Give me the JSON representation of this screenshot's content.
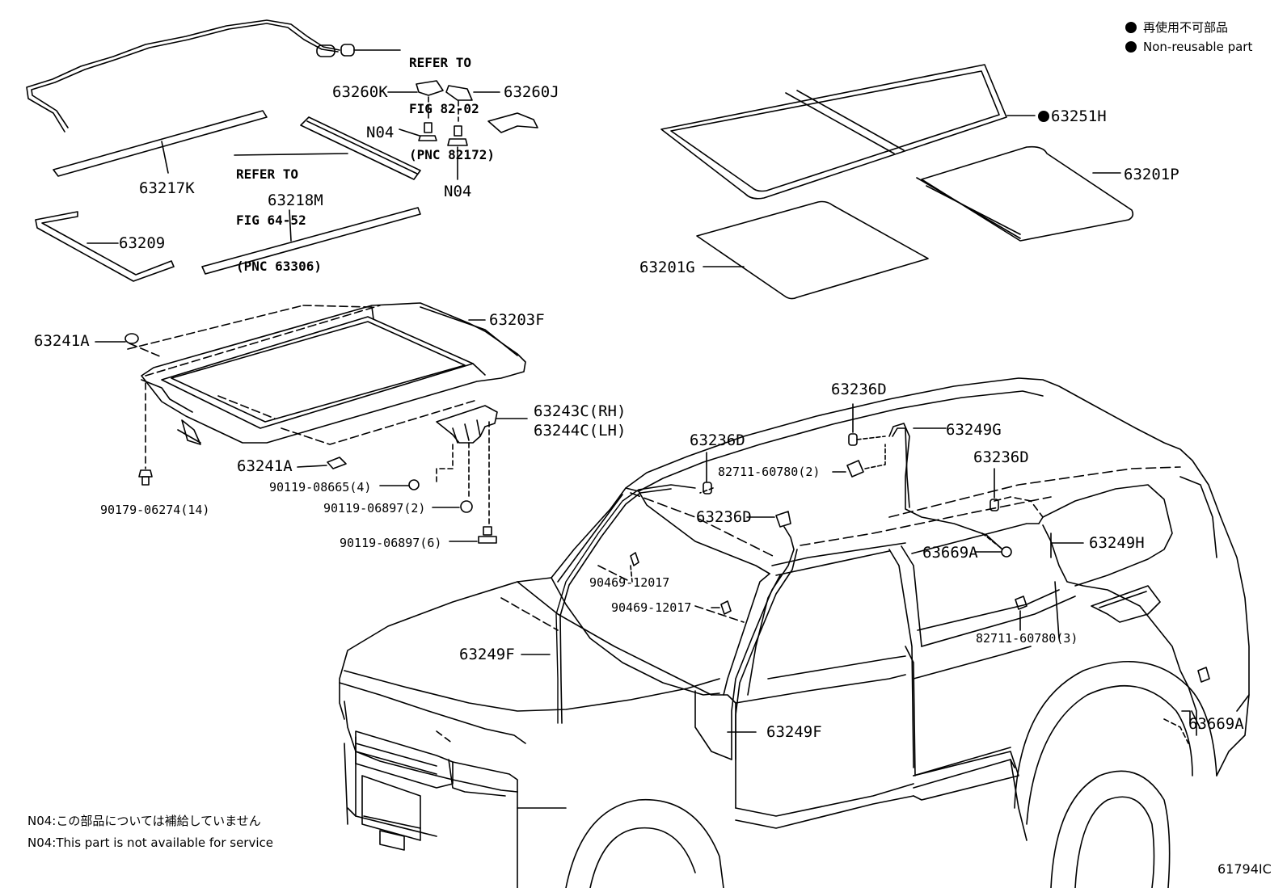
{
  "legend": {
    "items": [
      {
        "icon": "filled-dot-icon",
        "text": "再使用不可部品"
      },
      {
        "icon": "filled-dot-icon",
        "text": "Non-reusable part"
      }
    ]
  },
  "refs": {
    "ref1": {
      "l1": "REFER TO",
      "l2": "FIG 82-02",
      "l3": "(PNC 82172)"
    },
    "ref2": {
      "l1": "REFER TO",
      "l2": "FIG 64-52",
      "l3": "(PNC 63306)"
    }
  },
  "labels": {
    "p63260K": "63260K",
    "p63260J": "63260J",
    "n04a": "N04",
    "n04b": "N04",
    "p63217K": "63217K",
    "p63218M": "63218M",
    "p63209": "63209",
    "p63251H": "63251H",
    "p63201P": "63201P",
    "p63201G": "63201G",
    "p63203F": "63203F",
    "p63241A_a": "63241A",
    "p63241A_b": "63241A",
    "p63243C": "63243C(RH)",
    "p63244C": "63244C(LH)",
    "p90119_08665": "90119-08665(4)",
    "p90119_06897_2": "90119-06897(2)",
    "p90119_06897_6": "90119-06897(6)",
    "p90179_06274": "90179-06274(14)",
    "p63236D_a": "63236D",
    "p63236D_b": "63236D",
    "p63236D_c": "63236D",
    "p63236D_d": "63236D",
    "p63249G": "63249G",
    "p82711_2": "82711-60780(2)",
    "p82711_3": "82711-60780(3)",
    "p63669A_a": "63669A",
    "p63669A_b": "63669A",
    "p63249H": "63249H",
    "p90469_a": "90469-12017",
    "p90469_b": "90469-12017",
    "p63249F_a": "63249F",
    "p63249F_b": "63249F"
  },
  "notes": {
    "jp": "N04:この部品については補給していません",
    "en": "N04:This part is not available for service"
  },
  "figure_id": "61794IC"
}
